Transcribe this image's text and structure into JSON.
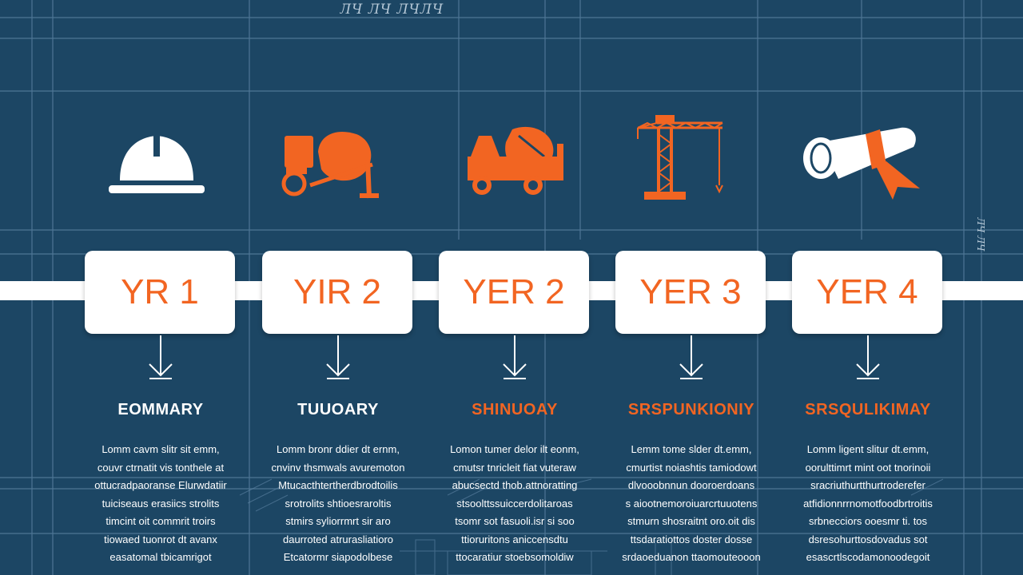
{
  "top_scribble": "ЛЧ ЛЧ ЛЧЛЧ",
  "side_scribble": "ЛЧ ЛЧ",
  "colors": {
    "background": "#1c4664",
    "grid": "#5f86a6",
    "accent": "#f26522",
    "white": "#ffffff"
  },
  "steps": [
    {
      "icon": "hard-hat-icon",
      "year": "YR 1",
      "heading": "EOMMARY",
      "heading_color": "white",
      "lines": [
        "Lomm cavm slitr sit emm,",
        "couvr ctrnatit vis tonthele at",
        "ottucradpaoranse Elurwdatiir",
        "tuiciseaus erasiics strolits",
        "timcint oit commrit troirs",
        "tiowaed tuonrot dt avanx",
        "easatomal tbicamrigot"
      ]
    },
    {
      "icon": "cement-mixer-icon",
      "year": "YIR 2",
      "heading": "TUUOARY",
      "heading_color": "white",
      "lines": [
        "Lomm bronr ddier dt ernm,",
        "cnvinv thsmwals avuremoton",
        "Mtucacthtertherdbrodtoilis",
        "srotrolits shtioesraroltis",
        "stmirs syliorrmrt sir aro",
        "daurroted atrurasliatioro",
        "Etcatormr siapodolbese"
      ]
    },
    {
      "icon": "concrete-mixer-truck-icon",
      "year": "YER 2",
      "heading": "SHINUOAY",
      "heading_color": "orange",
      "lines": [
        "Lomon tumer delor ilt eonm,",
        "cmutsr tnricleit fiat vuteraw",
        "abucsectd thob.attnoratting",
        "stsoolttssuiccerdolitaroas",
        "tsomr sot fasuoli.isr si soo",
        "ttioruritons aniccensdtu",
        "ttocaratiur stoebsomoldiw"
      ]
    },
    {
      "icon": "tower-crane-icon",
      "year": "YER 3",
      "heading": "SRSPUNKIONIY",
      "heading_color": "orange",
      "lines": [
        "Lemm tome slder dt.emm,",
        "cmurtist noiashtis tamiodowt",
        "dlvooobnnun dooroerdoans",
        "s aiootnemoroiuarcrtuuotens",
        "stmurn shosraitnt oro.oit dis",
        "ttsdaratiottos doster dosse",
        "srdaoeduanon ttaomouteooon"
      ]
    },
    {
      "icon": "blueprint-scroll-icon",
      "year": "YER 4",
      "heading": "SRSQULIKIMAY",
      "heading_color": "orange",
      "lines": [
        "Lomm ligent slitur dt.emm,",
        "oorulttimrt mint oot tnorinoii",
        "sracriuthurtthurtroderefer",
        "atfidionnrrnomotfoodbrtroitis",
        "srbnecciors ooesmr ti. tos",
        "dsresohurttosdovadus sot",
        "esascrtlscodamonoodegoit"
      ]
    }
  ]
}
